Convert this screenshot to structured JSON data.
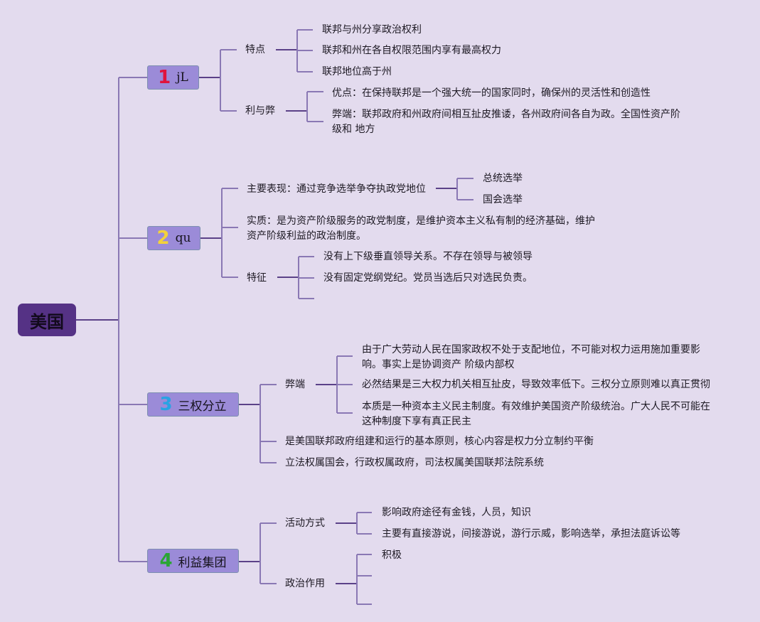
{
  "root": {
    "label": "美国",
    "color": "#553285"
  },
  "topics": [
    {
      "number": "1",
      "number_color": "#e0143c",
      "label": "jL",
      "children": [
        {
          "label": "特点",
          "children": [
            "联邦与州分享政治权利",
            "联邦和州在各自权限范围内享有最高权力",
            "联邦地位高于州"
          ]
        },
        {
          "label": "利与弊",
          "children": [
            "优点：在保持联邦是一个强大统一的国家同时，确保州的灵活性和创造性",
            "弊端：联邦政府和州政府间相互扯皮推诿，各州政府间各自为政。全国性资产阶级和 地方"
          ]
        }
      ]
    },
    {
      "number": "2",
      "number_color": "#f3d23a",
      "label": "qu",
      "children": [
        {
          "label": "主要表现：通过竞争选举争夺执政党地位",
          "children": [
            "总统选举",
            "国会选举"
          ]
        },
        {
          "label": "实质：是为资产阶级服务的政党制度，是维护资本主义私有制的经济基础，维护资产阶级利益的政治制度。",
          "children": []
        },
        {
          "label": "特征",
          "children": [
            "没有上下级垂直领导关系。不存在领导与被领导",
            "没有固定党纲党纪。党员当选后只对选民负责。",
            ""
          ]
        }
      ]
    },
    {
      "number": "3",
      "number_color": "#29a3e3",
      "label": "三权分立",
      "children": [
        {
          "label": "弊端",
          "children": [
            "由于广大劳动人民在国家政权不处于支配地位，不可能对权力运用施加重要影响。事实上是协调资产 阶级内部权",
            "必然结果是三大权力机关相互扯皮，导致效率低下。三权分立原则难以真正贯彻",
            "本质是一种资本主义民主制度。有效维护美国资产阶级统治。广大人民不可能在这种制度下享有真正民主"
          ]
        },
        {
          "label": "是美国联邦政府组建和运行的基本原则，核心内容是权力分立制约平衡",
          "children": []
        },
        {
          "label": "立法权属国会，行政权属政府，司法权属美国联邦法院系统",
          "children": []
        }
      ]
    },
    {
      "number": "4",
      "number_color": "#2aa534",
      "label": "利益集团",
      "children": [
        {
          "label": "活动方式",
          "children": [
            "影响政府途径有金钱，人员，知识",
            "主要有直接游说，间接游说，游行示威，影响选举，承担法庭诉讼等"
          ]
        },
        {
          "label": "政治作用",
          "children": [
            "积极",
            "",
            ""
          ]
        }
      ]
    }
  ],
  "colors": {
    "background": "#e3dbee",
    "topic_fill": "#9b8bd8",
    "line_main": "#5b4188",
    "line_branch": "#8a78b4"
  }
}
